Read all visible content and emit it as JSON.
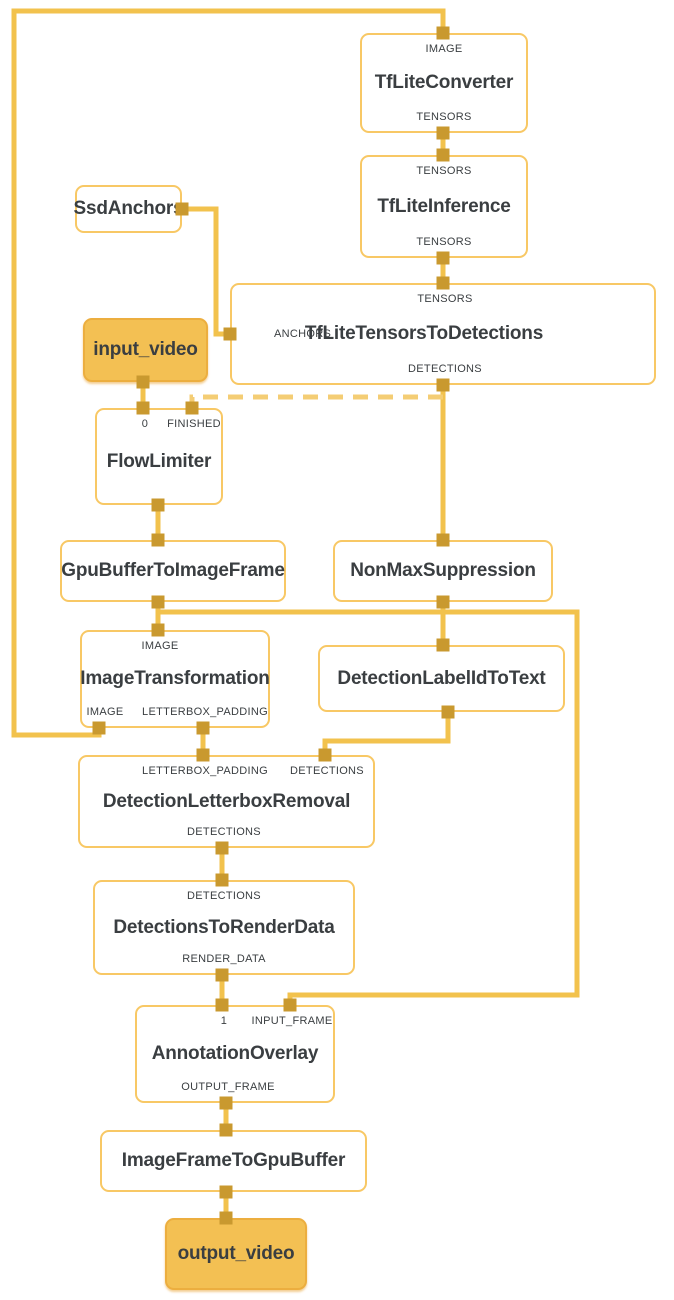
{
  "graph": {
    "colors": {
      "edge": "#F2C24D",
      "edge_dashed": "#F4CD74",
      "port": "#C9992F",
      "node_border": "#F8C865",
      "node_fill": "#FFFFFF",
      "io_fill": "#F3C053",
      "io_border": "#ECAE3F",
      "text": "#3A3E41"
    },
    "nodes": {
      "tflite_converter": {
        "title": "TfLiteConverter",
        "top_ports": [
          "IMAGE"
        ],
        "bottom_ports": [
          "TENSORS"
        ]
      },
      "tflite_inference": {
        "title": "TfLiteInference",
        "top_ports": [
          "TENSORS"
        ],
        "bottom_ports": [
          "TENSORS"
        ]
      },
      "ssd_anchors": {
        "title": "SsdAnchors"
      },
      "tflite_tensors_to_detections": {
        "title": "TfLiteTensorsToDetections",
        "top_ports": [
          "TENSORS"
        ],
        "left_ports": [
          "ANCHORS"
        ],
        "bottom_ports": [
          "DETECTIONS"
        ]
      },
      "input_video": {
        "title": "input_video"
      },
      "flow_limiter": {
        "title": "FlowLimiter",
        "top_ports": [
          "0",
          "FINISHED"
        ]
      },
      "gpu_buffer_to_image_frame": {
        "title": "GpuBufferToImageFrame"
      },
      "non_max_suppression": {
        "title": "NonMaxSuppression"
      },
      "image_transformation": {
        "title": "ImageTransformation",
        "top_ports": [
          "IMAGE"
        ],
        "bottom_ports": [
          "IMAGE",
          "LETTERBOX_PADDING"
        ]
      },
      "detection_label_id_to_text": {
        "title": "DetectionLabelIdToText"
      },
      "detection_letterbox_removal": {
        "title": "DetectionLetterboxRemoval",
        "top_ports": [
          "LETTERBOX_PADDING",
          "DETECTIONS"
        ],
        "bottom_ports": [
          "DETECTIONS"
        ]
      },
      "detections_to_render_data": {
        "title": "DetectionsToRenderData",
        "top_ports": [
          "DETECTIONS"
        ],
        "bottom_ports": [
          "RENDER_DATA"
        ]
      },
      "annotation_overlay": {
        "title": "AnnotationOverlay",
        "top_ports": [
          "1",
          "INPUT_FRAME"
        ],
        "bottom_ports": [
          "OUTPUT_FRAME"
        ]
      },
      "image_frame_to_gpu_buffer": {
        "title": "ImageFrameToGpuBuffer"
      },
      "output_video": {
        "title": "output_video"
      }
    }
  }
}
